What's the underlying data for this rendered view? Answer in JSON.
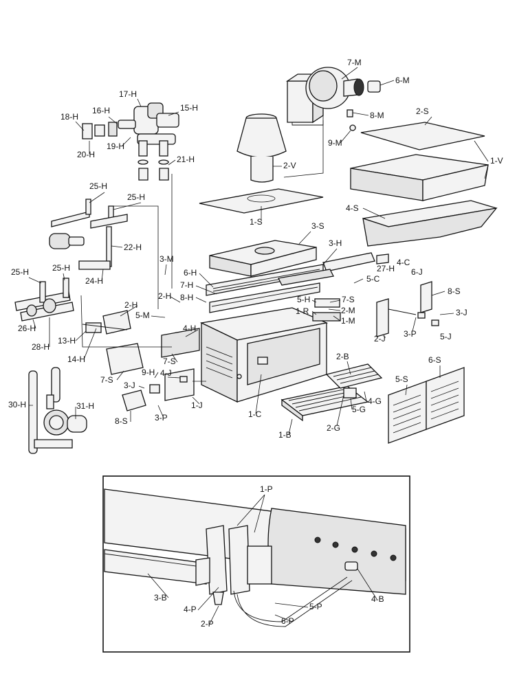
{
  "labels": {
    "l_7M": "7-M",
    "l_6M": "6-M",
    "l_8M": "8-M",
    "l_9M": "9-M",
    "l_2S": "2-S",
    "l_1V": "1-V",
    "l_4S": "4-S",
    "l_2V": "2-V",
    "l_1S": "1-S",
    "l_3S": "3-S",
    "l_3H": "3-H",
    "l_27H": "27-H",
    "l_4C": "4-C",
    "l_5C": "5-C",
    "l_6J": "6-J",
    "l_8S_r": "8-S",
    "l_3J_r": "3-J",
    "l_5J": "5-J",
    "l_3P_r": "3-P",
    "l_2J": "2-J",
    "l_17H": "17-H",
    "l_16H": "16-H",
    "l_15H": "15-H",
    "l_18H": "18-H",
    "l_19H": "19-H",
    "l_20H": "20-H",
    "l_21H": "21-H",
    "l_25H_a": "25-H",
    "l_25H_b": "25-H",
    "l_22H": "22-H",
    "l_24H": "24-H",
    "l_3M": "3-M",
    "l_25H_c": "25-H",
    "l_25H_d": "25-H",
    "l_6H": "6-H",
    "l_7H": "7-H",
    "l_8H": "8-H",
    "l_2H_a": "2-H",
    "l_2H_b": "2-H",
    "l_5M": "5-M",
    "l_26H": "26-H",
    "l_13H": "13-H",
    "l_28H": "28-H",
    "l_14H": "14-H",
    "l_4H": "4-H",
    "l_5H": "5-H",
    "l_7S_a": "7-S",
    "l_2M": "2-M",
    "l_1R": "1-R",
    "l_1M": "1-M",
    "l_9H": "9-H",
    "l_7S_b": "7-S",
    "l_4J": "4-J",
    "l_7S_c": "7-S",
    "l_3J_l": "3-J",
    "l_1J": "1-J",
    "l_30H": "30-H",
    "l_31H": "31-H",
    "l_8S_l": "8-S",
    "l_3P_l": "3-P",
    "l_1C": "1-C",
    "l_2B": "2-B",
    "l_4G": "4-G",
    "l_5G": "5-G",
    "l_2G": "2-G",
    "l_1B": "1-B",
    "l_5S": "5-S",
    "l_6S": "6-S",
    "l_1P": "1-P",
    "l_3B": "3-B",
    "l_4P": "4-P",
    "l_2P": "2-P",
    "l_5P": "5-P",
    "l_6P": "6-P",
    "l_4B": "4-B"
  }
}
